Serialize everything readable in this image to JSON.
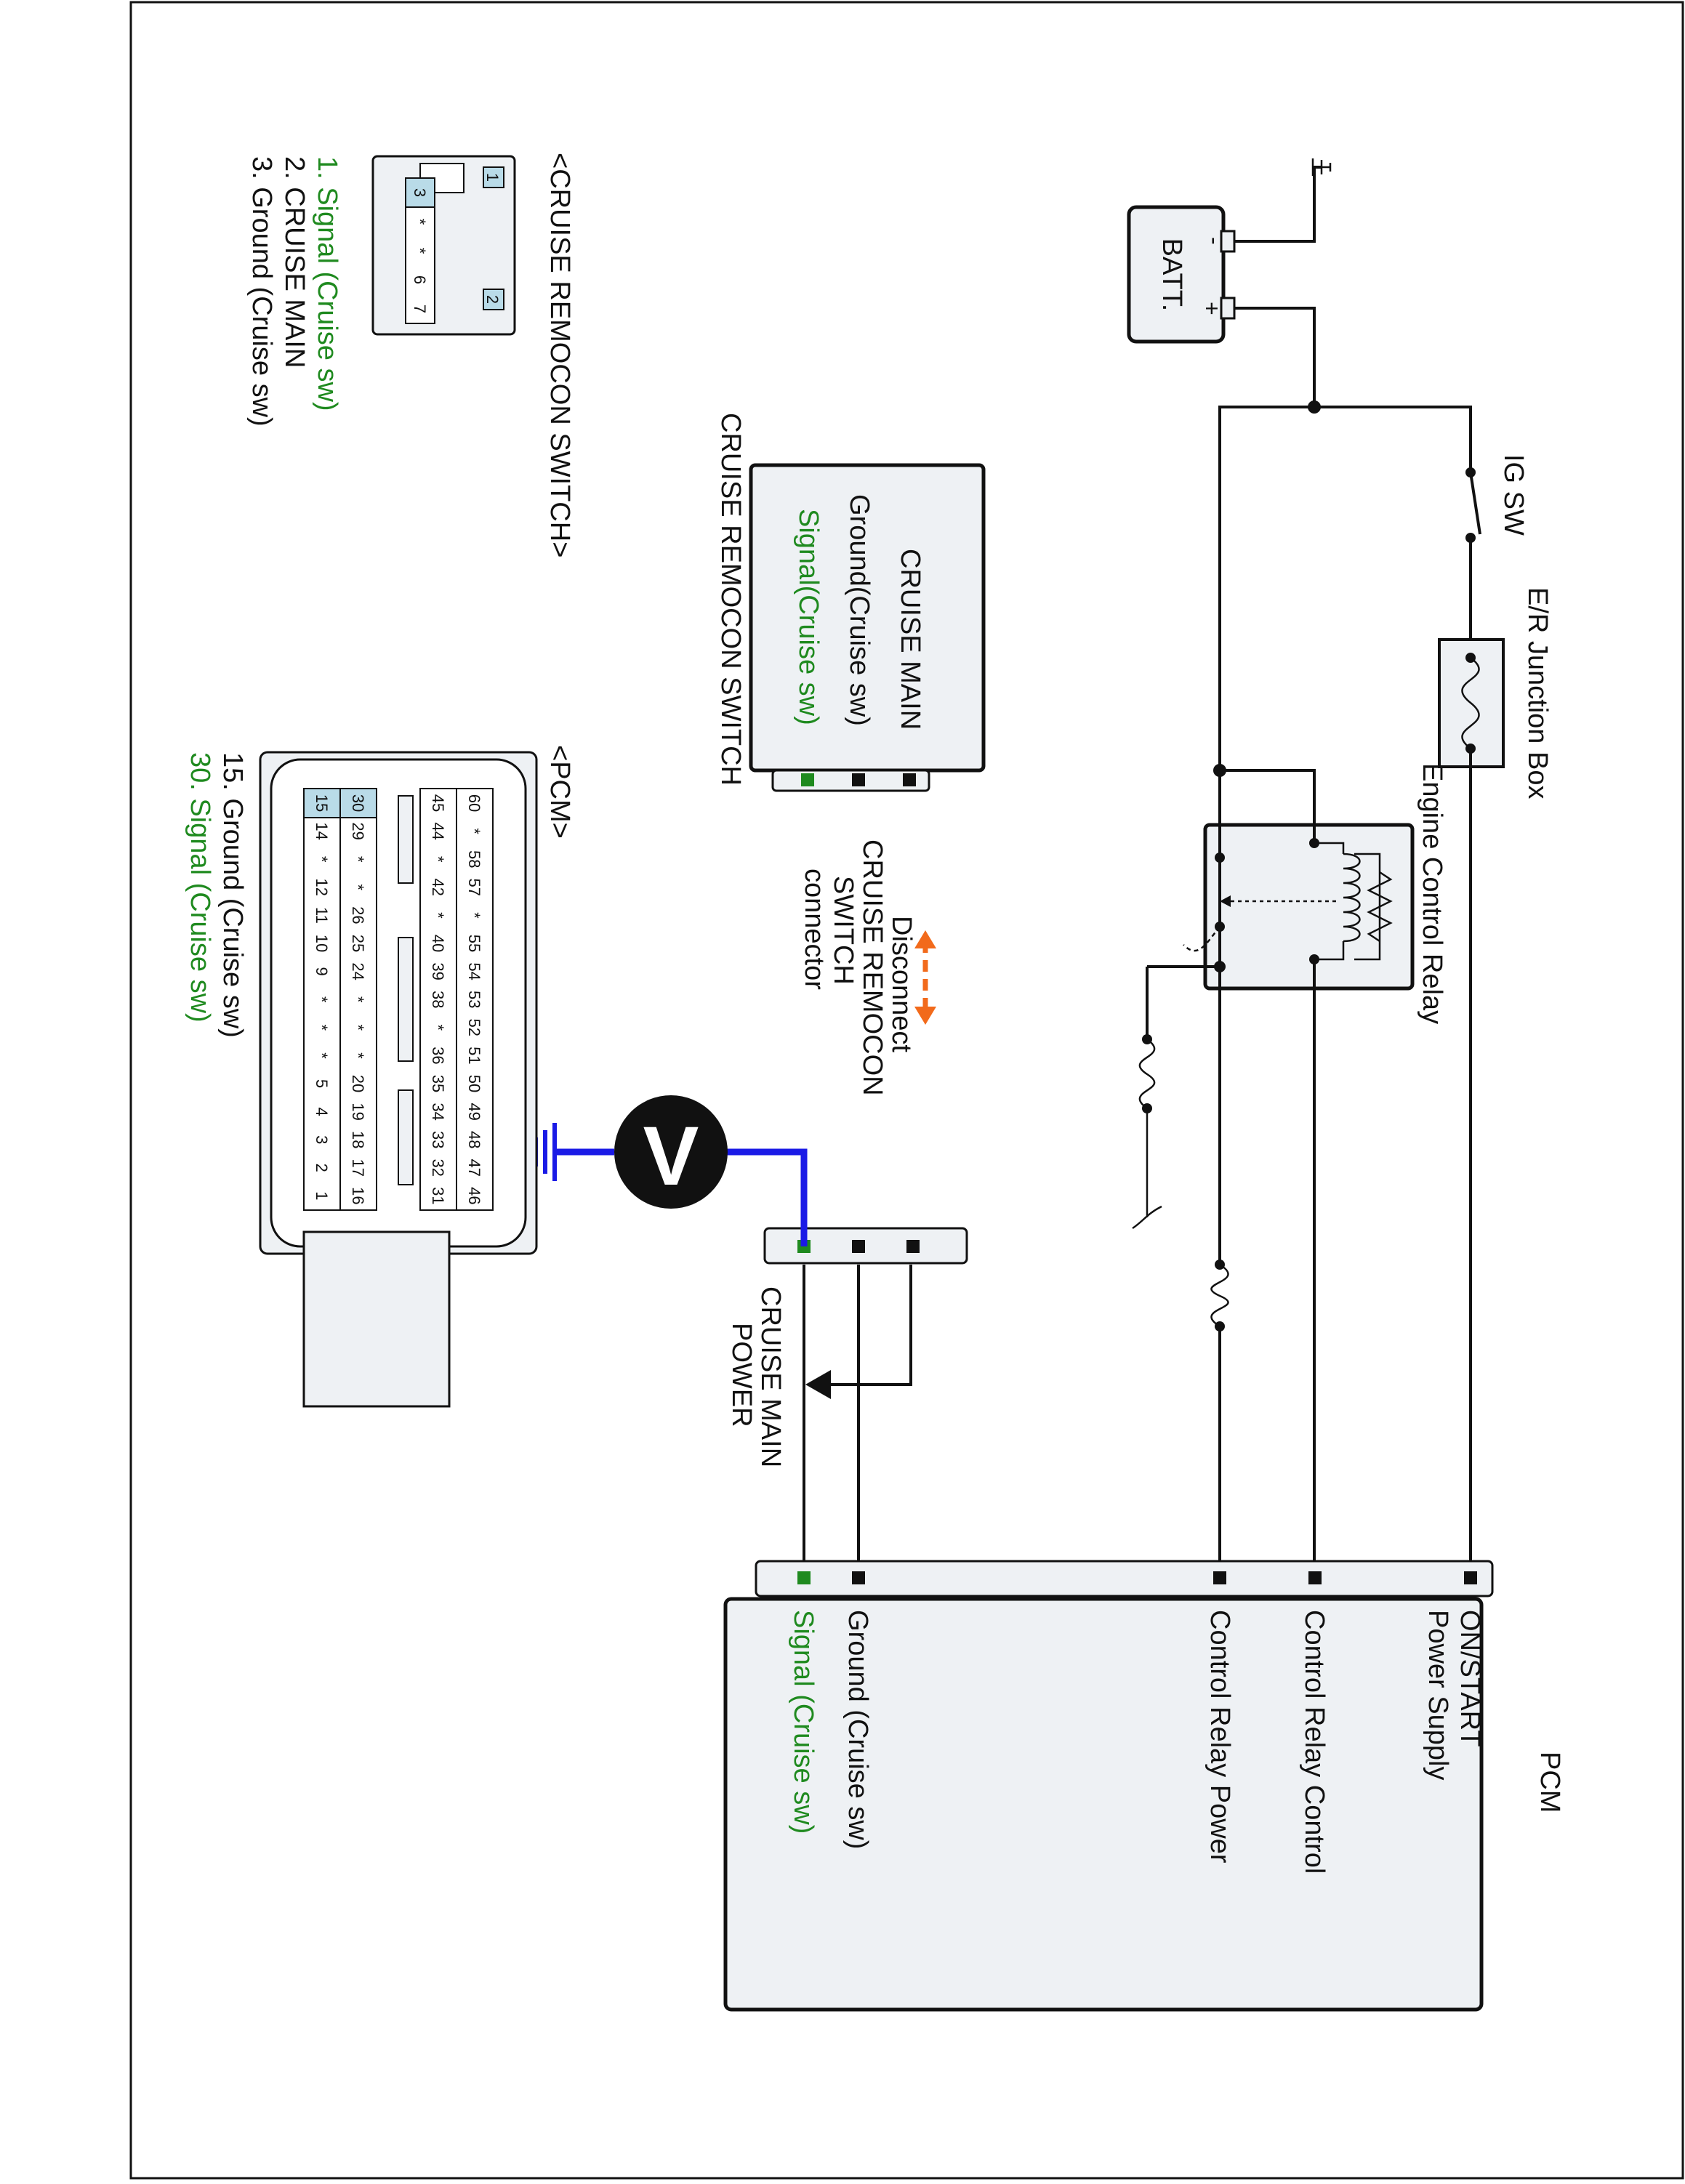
{
  "batt": {
    "label": "BATT.",
    "minus": "-",
    "plus": "+"
  },
  "ig_sw": "IG SW",
  "junction_box": "E/R Junction Box",
  "relay": "Engine Control Relay",
  "cruise_main_power": [
    "CRUISE MAIN",
    "POWER"
  ],
  "disconnect": [
    "Disconnect",
    "CRUISE REMOCON",
    "SWITCH",
    "connector"
  ],
  "switch_box": {
    "caption": "CRUISE REMOCON SWITCH",
    "pins": [
      "CRUISE MAIN",
      "Ground(Cruise sw)",
      "Signal(Cruise sw)"
    ]
  },
  "pcm_box": {
    "title": "PCM",
    "pins": [
      "ON/START",
      "Power Supply",
      "Control Relay Control",
      "Control Relay Power",
      "Ground (Cruise sw)",
      "Signal (Cruise sw)"
    ]
  },
  "meter": {
    "symbol": "V"
  },
  "switch_connector": {
    "title": "<CRUISE REMOCON SWITCH>",
    "pins": [
      "1",
      "2",
      "3",
      "*",
      "*",
      "6",
      "7"
    ],
    "legend": [
      "1. Signal (Cruise sw)",
      "2. CRUISE MAIN",
      "3. Ground (Cruise sw)"
    ]
  },
  "pcm_connector": {
    "title": "<PCM>",
    "rows": [
      [
        "60",
        "*",
        "58",
        "57",
        "*",
        "55",
        "54",
        "53",
        "52",
        "51",
        "50",
        "49",
        "48",
        "47",
        "46"
      ],
      [
        "45",
        "44",
        "*",
        "42",
        "*",
        "40",
        "39",
        "38",
        "*",
        "36",
        "35",
        "34",
        "33",
        "32",
        "31"
      ],
      [
        "30",
        "29",
        "*",
        "*",
        "26",
        "25",
        "24",
        "*",
        "*",
        "*",
        "20",
        "19",
        "18",
        "17",
        "16"
      ],
      [
        "15",
        "14",
        "*",
        "12",
        "11",
        "10",
        "9",
        "*",
        "*",
        "*",
        "5",
        "4",
        "3",
        "2",
        "1"
      ]
    ],
    "legend": [
      "15. Ground (Cruise sw)",
      "30. Signal (Cruise sw)"
    ]
  },
  "colors": {
    "signal_green": "#1f8a1f",
    "meter_wire_blue": "#1a1ae6",
    "arrow_orange": "#f26a1b",
    "pin_highlight": "#b9dbe8"
  }
}
